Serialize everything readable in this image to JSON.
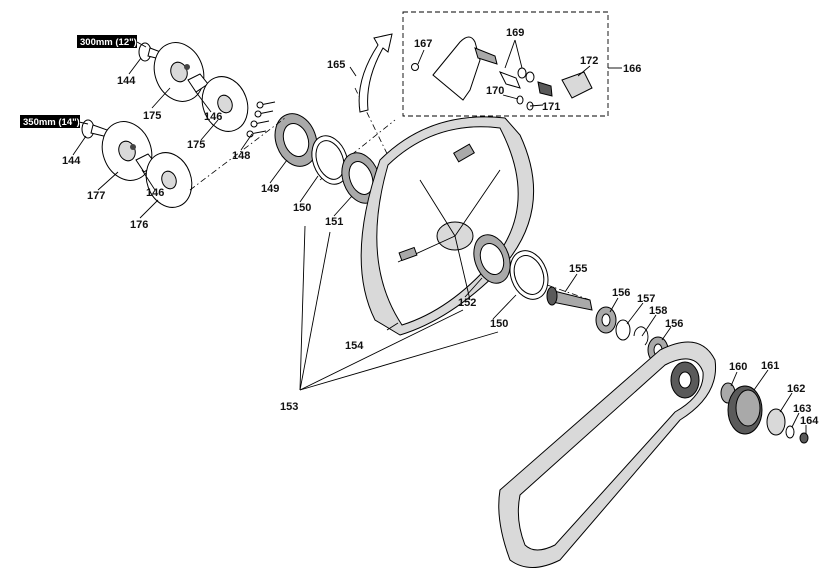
{
  "size_tags": {
    "tag_300": "300mm (12\")",
    "tag_350": "350mm (14\")"
  },
  "labels": {
    "p144a": "144",
    "p144b": "144",
    "p175a": "175",
    "p175b": "175",
    "p146a": "146",
    "p146b": "146",
    "p148": "148",
    "p149": "149",
    "p150a": "150",
    "p150b": "150",
    "p151": "151",
    "p152": "152",
    "p153": "153",
    "p154": "154",
    "p155": "155",
    "p156a": "156",
    "p156b": "156",
    "p157": "157",
    "p158": "158",
    "p160": "160",
    "p161": "161",
    "p162": "162",
    "p163": "163",
    "p164": "164",
    "p165": "165",
    "p166": "166",
    "p167": "167",
    "p169": "169",
    "p170": "170",
    "p171": "171",
    "p172": "172",
    "p176": "176",
    "p177": "177"
  }
}
